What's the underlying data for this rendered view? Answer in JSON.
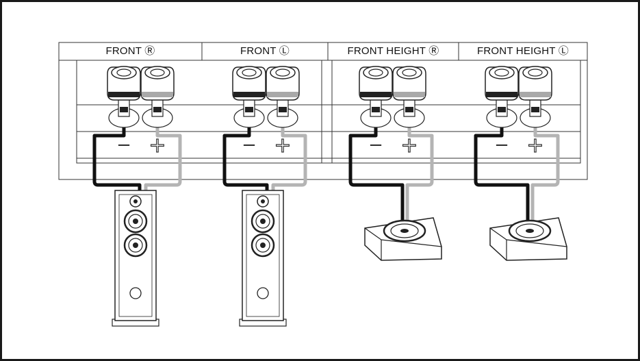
{
  "columns": [
    {
      "label": "FRONT Ⓡ",
      "speaker": "floorstanding-speaker"
    },
    {
      "label": "FRONT Ⓛ",
      "speaker": "floorstanding-speaker"
    },
    {
      "label": "FRONT HEIGHT Ⓡ",
      "speaker": "height-module-speaker"
    },
    {
      "label": "FRONT HEIGHT Ⓛ",
      "speaker": "height-module-speaker"
    }
  ],
  "terminal_signs": {
    "negative": "−",
    "positive": "+"
  },
  "colors": {
    "negative_wire": "#111111",
    "positive_wire": "#b4b4b4",
    "outline": "#222222",
    "frame": "#1a1a1a"
  }
}
